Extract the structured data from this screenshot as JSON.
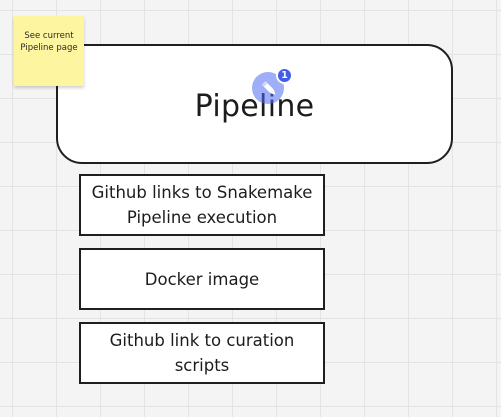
{
  "sticky_note": {
    "text": "See current Pipeline page",
    "color": "#fdf5a0"
  },
  "pipeline_frame": {
    "title": "Pipeline"
  },
  "collaborator_cursor": {
    "icon": "pencil-icon",
    "count": "1",
    "color": "#4f6cf2"
  },
  "boxes": [
    {
      "label": "Github links to Snakemake Pipeline execution"
    },
    {
      "label": "Docker image"
    },
    {
      "label": "Github link to curation scripts"
    }
  ]
}
